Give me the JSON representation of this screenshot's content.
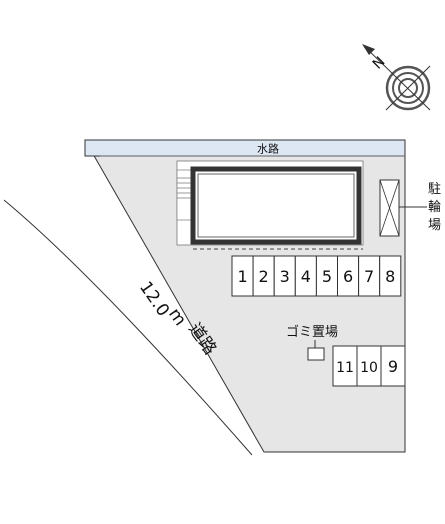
{
  "compass": {
    "icon": "compass-north-arrow-icon",
    "north_label": "N"
  },
  "waterway": {
    "label": "水路"
  },
  "road": {
    "width_label": "12.0",
    "unit_label": "m",
    "name_label": "道路"
  },
  "bicycle_parking": {
    "label": "駐輪場",
    "icon": "bicycle-parking-icon"
  },
  "garbage": {
    "label": "ゴミ置場",
    "icon": "garbage-box-icon"
  },
  "parking_spaces": {
    "upper_row": [
      "1",
      "2",
      "3",
      "4",
      "5",
      "6",
      "7",
      "8"
    ],
    "lower_row": [
      "11",
      "10",
      "9"
    ]
  },
  "building": {
    "icon": "building-outline-icon"
  },
  "colors": {
    "lot": "#e6e6e6",
    "waterway": "#dde7f4",
    "line": "#333333"
  }
}
